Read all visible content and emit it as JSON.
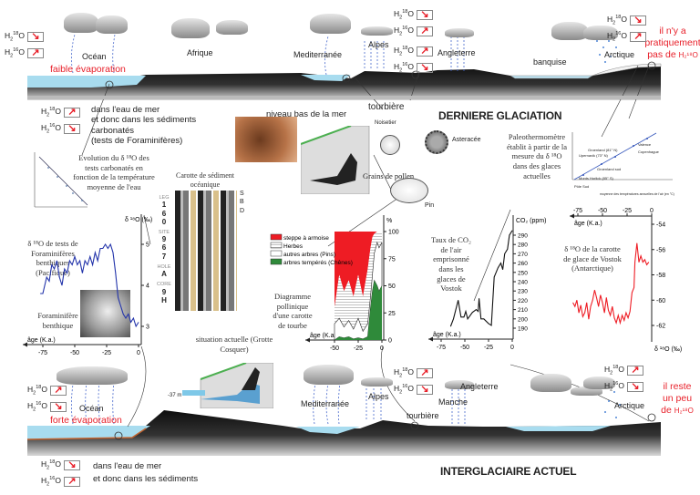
{
  "colors": {
    "accent_red": "#e8202a",
    "ocean_blue": "#a8dcef",
    "ground": "#111111",
    "foram_line": "#2233aa",
    "vostok_line": "#ee1c24",
    "oak_green": "#2f8a3a"
  },
  "top_panel": {
    "title": "DERNIERE GLACIATION",
    "labels": {
      "ocean": "Océan",
      "africa": "Afrique",
      "mediterranean": "Mediterranée",
      "alps": "Alpes",
      "england": "Angleterre",
      "sea_ice": "banquise",
      "arctic": "Arctique",
      "peat_bog": "tourbière",
      "low_sea": "niveau bas de la mer"
    },
    "evaporation": "faible évaporation",
    "arctic_note": [
      "il n'y a",
      "pratiquement",
      "pas de"
    ],
    "arctic_note_isotope": "H₂¹⁸O",
    "isotope_groups": [
      {
        "id": "ocean",
        "items": [
          {
            "sup": "18",
            "trend": "decrease"
          },
          {
            "sup": "16",
            "trend": "increase"
          }
        ]
      },
      {
        "id": "alps",
        "items": [
          {
            "sup": "18",
            "trend": "decrease"
          },
          {
            "sup": "16",
            "trend": "increase"
          }
        ]
      },
      {
        "id": "england",
        "items": [
          {
            "sup": "18",
            "trend": "increase"
          },
          {
            "sup": "16",
            "trend": "decrease"
          }
        ]
      },
      {
        "id": "arctic",
        "items": [
          {
            "sup": "18",
            "trend": "decrease"
          },
          {
            "sup": "16",
            "trend": "increase"
          }
        ]
      },
      {
        "id": "sediment",
        "items": [
          {
            "sup": "18",
            "trend": "increase"
          },
          {
            "sup": "16",
            "trend": "decrease"
          }
        ]
      }
    ],
    "sediment_note": [
      "dans l'eau de mer",
      "et donc dans les sédiments",
      "carbonatés",
      "(tests de Foraminifères)"
    ]
  },
  "bottom_panel": {
    "title": "INTERGLACIAIRE ACTUEL",
    "labels": {
      "ocean": "Océan",
      "mediterranean": "Mediterranée",
      "alps": "Alpes",
      "england": "Angleterre",
      "channel": "Manche",
      "peat_bog": "tourbière",
      "arctic": "Arctique"
    },
    "evaporation": "forte évaporation",
    "arctic_note": [
      "il reste",
      "un peu",
      "de"
    ],
    "arctic_note_isotope": "H₂¹⁸O",
    "isotope_groups": [
      {
        "id": "ocean",
        "items": [
          {
            "sup": "18",
            "trend": "increase"
          },
          {
            "sup": "16",
            "trend": "decrease"
          }
        ]
      },
      {
        "id": "alps",
        "items": [
          {
            "sup": "18",
            "trend": "increase"
          },
          {
            "sup": "16",
            "trend": "decrease"
          }
        ]
      },
      {
        "id": "arctic",
        "items": [
          {
            "sup": "18",
            "trend": "increase"
          },
          {
            "sup": "16",
            "trend": "decrease"
          }
        ]
      },
      {
        "id": "sediment",
        "items": [
          {
            "sup": "18",
            "trend": "decrease"
          },
          {
            "sup": "16",
            "trend": "increase"
          }
        ]
      }
    ],
    "sediment_note": [
      "dans l'eau de mer",
      "et donc dans les sédiments"
    ]
  },
  "middle": {
    "foram_calib_caption": "Evolution du δ ¹⁸O des tests carbonatés en fonction de la température moyenne de l'eau",
    "core_title": "Carotte de sédiment océanique",
    "core_labels": [
      "LEG",
      "1",
      "6",
      "0",
      "SITE",
      "9",
      "6",
      "7",
      "HOLE",
      "A",
      "CORE",
      "9",
      "H"
    ],
    "core_side": [
      "S",
      "B",
      "D"
    ],
    "cave_caption": "situation actuelle (Grotte Cosquer)",
    "cave_depth": "-37 m",
    "pollen_title": "Grains de pollen",
    "pollen_types": [
      "Noisetier",
      "Asteracée",
      "Pin"
    ],
    "paleo_caption": "Paleothermomètre établit à partir de la mesure du δ ¹⁸O dans des glaces actuelles",
    "paleo_sites": [
      "Pôle Sud",
      "Monts Horlick (85° S)",
      "Groenland sud",
      "Upernavik (73° N)",
      "Groenland (81° N)",
      "Copenhague",
      "Valence"
    ],
    "paleo_xlabel": "moyenne des températures annuelles de l'air (en °C)",
    "foram_label": "Foraminifère benthique"
  },
  "chart_data": [
    {
      "id": "foram",
      "type": "line",
      "title": "δ ¹⁸O de tests de Foraminifères benthiques (Pacifique)",
      "xlabel": "âge (K.a.)",
      "ylabel": "δ ¹⁸O (‰)",
      "xticks": [
        -75,
        -50,
        -25,
        0
      ],
      "yticks": [
        3,
        4,
        5
      ],
      "xlim": [
        -80,
        0
      ],
      "ylim": [
        2.8,
        5.5
      ],
      "x": [
        -77,
        -75,
        -72,
        -70,
        -68,
        -66,
        -64,
        -62,
        -60,
        -58,
        -56,
        -54,
        -52,
        -50,
        -48,
        -46,
        -44,
        -42,
        -40,
        -38,
        -36,
        -34,
        -32,
        -30,
        -28,
        -26,
        -24,
        -22,
        -20,
        -18,
        -16,
        -14,
        -12,
        -10,
        -8,
        -6,
        -4,
        -2,
        0
      ],
      "y": [
        3.8,
        3.8,
        4.2,
        4.1,
        4.5,
        4.4,
        4.6,
        4.2,
        4.0,
        4.4,
        4.3,
        4.6,
        4.5,
        4.7,
        4.5,
        4.6,
        4.3,
        4.6,
        4.5,
        4.7,
        4.5,
        4.8,
        4.6,
        4.9,
        4.9,
        5.0,
        4.9,
        5.0,
        4.8,
        4.3,
        3.7,
        3.5,
        3.3,
        3.2,
        3.3,
        3.1,
        3.2,
        3.0,
        3.1
      ]
    },
    {
      "id": "pollen",
      "type": "area",
      "title": "Diagramme pollinique d'une carotte de tourbe",
      "xlabel": "âge (K.a.)",
      "ylabel": "%",
      "xticks": [
        -50,
        -25,
        0
      ],
      "yticks": [
        0,
        25,
        50,
        75,
        100
      ],
      "xlim": [
        -50,
        0
      ],
      "ylim": [
        0,
        100
      ],
      "legend": [
        "steppe à armoise",
        "Herbes",
        "autres arbres (Pins)",
        "arbres tempérés (Chênes)"
      ],
      "x": [
        -50,
        -45,
        -40,
        -35,
        -30,
        -25,
        -20,
        -15,
        -12,
        -10,
        -8,
        -5,
        -3,
        0
      ],
      "series": [
        {
          "name": "arbres tempérés (Chênes)",
          "cumulative": [
            0,
            3,
            2,
            3,
            1,
            2,
            1,
            3,
            30,
            45,
            55,
            50,
            45,
            50
          ]
        },
        {
          "name": "autres arbres (Pins)",
          "cumulative": [
            15,
            20,
            12,
            18,
            10,
            20,
            8,
            15,
            40,
            60,
            80,
            90,
            85,
            90
          ]
        },
        {
          "name": "Herbes",
          "cumulative": [
            30,
            60,
            45,
            55,
            40,
            60,
            40,
            65,
            85,
            95,
            98,
            100,
            100,
            100
          ]
        },
        {
          "name": "steppe à armoise",
          "cumulative": [
            100,
            100,
            100,
            100,
            100,
            100,
            100,
            100,
            100,
            100,
            100,
            100,
            100,
            100
          ]
        }
      ]
    },
    {
      "id": "co2",
      "type": "line",
      "title": "Taux de CO₂ de l'air emprisonné dans les glaces de Vostok",
      "xlabel": "âge (K.a.)",
      "ylabel": "CO₂ (ppm)",
      "xticks": [
        -75,
        -50,
        -25,
        0
      ],
      "yticks": [
        190,
        200,
        210,
        220,
        230,
        240,
        250,
        260,
        270,
        280,
        290
      ],
      "xlim": [
        -80,
        0
      ],
      "ylim": [
        180,
        300
      ],
      "x": [
        -65,
        -62,
        -57,
        -54,
        -51,
        -49,
        -47,
        -42,
        -38,
        -36,
        -35,
        -33,
        -30,
        -25,
        -22,
        -19,
        -15,
        -12,
        -10,
        -8,
        -5,
        -3,
        0
      ],
      "y": [
        192,
        200,
        220,
        202,
        202,
        208,
        200,
        207,
        210,
        208,
        222,
        200,
        200,
        195,
        193,
        245,
        255,
        260,
        253,
        270,
        275,
        290,
        295
      ]
    },
    {
      "id": "vostok",
      "type": "line",
      "title": "δ ¹⁸O de la carotte de glace de Vostok (Antarctique)",
      "xlabel": "âge (K.a.)",
      "ylabel": "δ ¹⁸O (‰)",
      "xticks": [
        -75,
        -50,
        -25,
        0
      ],
      "yticks": [
        -54,
        -56,
        -58,
        -60,
        -62
      ],
      "xlim": [
        -80,
        0
      ],
      "ylim": [
        -63,
        -53
      ],
      "x": [
        -80,
        -78,
        -76,
        -74,
        -72,
        -70,
        -68,
        -66,
        -64,
        -62,
        -60,
        -58,
        -56,
        -54,
        -52,
        -50,
        -48,
        -46,
        -44,
        -42,
        -40,
        -38,
        -36,
        -34,
        -32,
        -30,
        -28,
        -26,
        -24,
        -22,
        -20,
        -18,
        -17,
        -15,
        -13,
        -11,
        -9,
        -7,
        -5,
        -3
      ],
      "y": [
        -60.2,
        -60.5,
        -60,
        -61,
        -60.4,
        -61.3,
        -61,
        -60.2,
        -61.5,
        -60.5,
        -60,
        -59.2,
        -59.8,
        -60.5,
        -59.6,
        -60.2,
        -61,
        -59.8,
        -60.8,
        -61.2,
        -60.5,
        -61.4,
        -61.8,
        -61.2,
        -61.8,
        -61.2,
        -61.6,
        -61,
        -61.4,
        -60.9,
        -59.4,
        -59,
        -57,
        -55.5,
        -57,
        -56.5,
        -57,
        -56.8,
        -57.2,
        -57
      ]
    }
  ]
}
